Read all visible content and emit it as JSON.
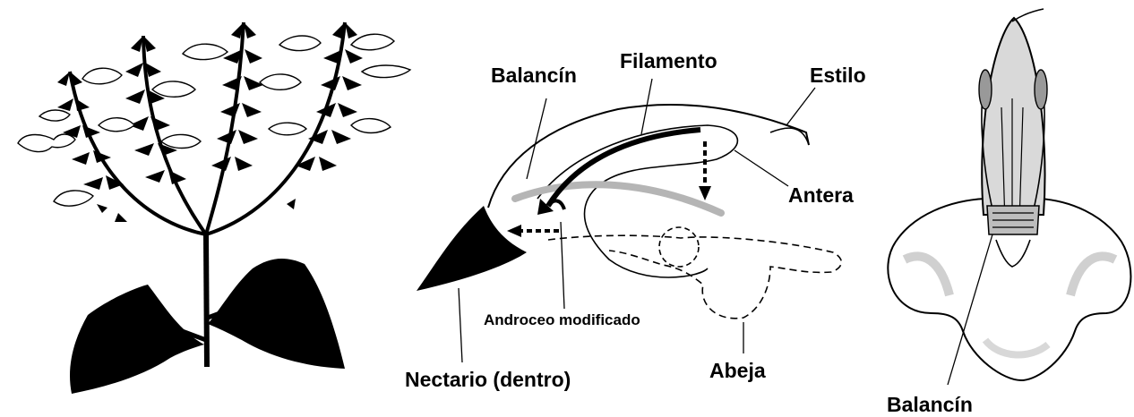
{
  "labels": {
    "balancin_top": "Balancín",
    "filamento": "Filamento",
    "estilo": "Estilo",
    "antera": "Antera",
    "androceo": "Androceo modificado",
    "nectario": "Nectario (dentro)",
    "abeja": "Abeja",
    "balancin_right": "Balancín"
  }
}
